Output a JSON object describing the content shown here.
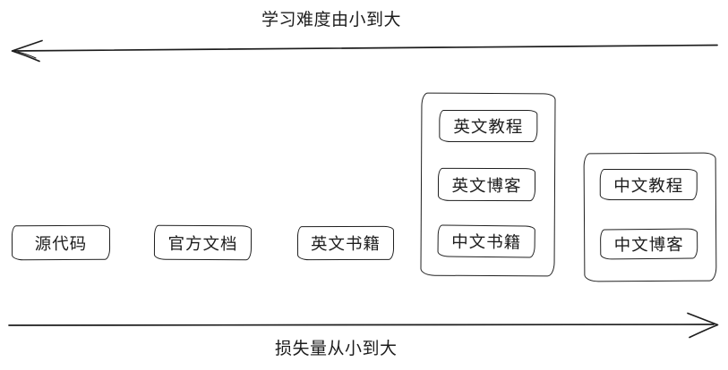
{
  "diagram": {
    "top_axis": {
      "label": "学习难度由小到大",
      "direction": "left"
    },
    "bottom_axis": {
      "label": "损失量从小到大",
      "direction": "right"
    },
    "standalone_boxes": [
      {
        "label": "源代码"
      },
      {
        "label": "官方文档"
      },
      {
        "label": "英文书籍"
      }
    ],
    "groups": [
      {
        "items": [
          {
            "label": "英文教程"
          },
          {
            "label": "英文博客"
          },
          {
            "label": "中文书籍"
          }
        ]
      },
      {
        "items": [
          {
            "label": "中文教程"
          },
          {
            "label": "中文博客"
          }
        ]
      }
    ],
    "colors": {
      "stroke": "#1d1d1d",
      "text": "#1d1d1d",
      "background": "#ffffff"
    }
  }
}
